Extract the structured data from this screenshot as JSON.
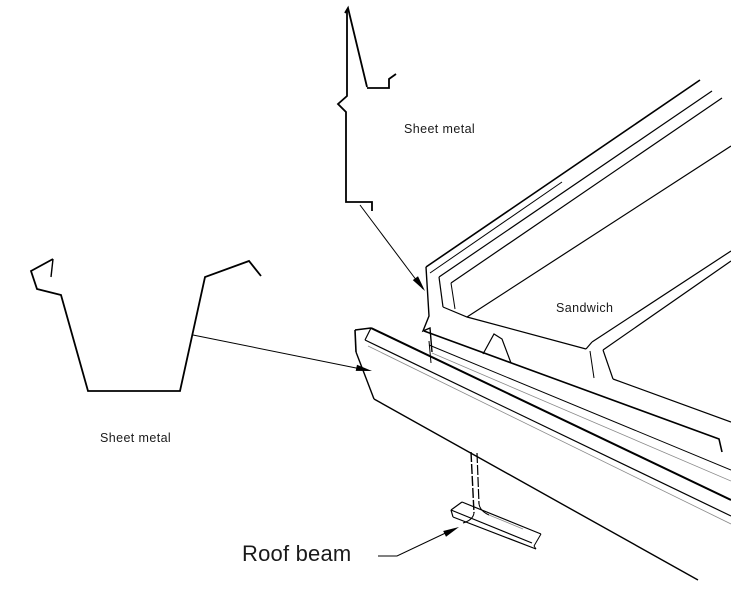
{
  "diagram": {
    "background": "#ffffff",
    "line_color": "#000000",
    "labels": {
      "sheet_metal_top": "Sheet metal",
      "sheet_metal_left": "Sheet metal",
      "sandwich": "Sandwich",
      "roof_beam": "Roof beam"
    }
  }
}
